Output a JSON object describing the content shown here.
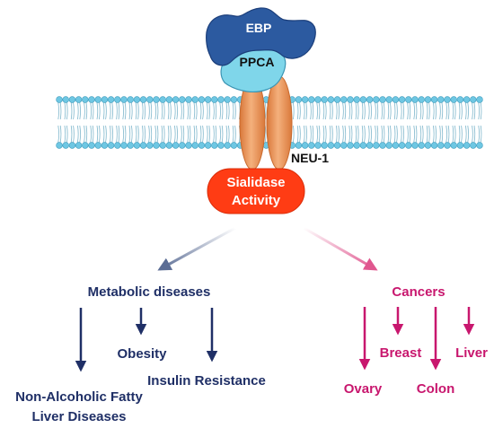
{
  "labels": {
    "ebp": "EBP",
    "ppca": "PPCA",
    "neu1": "NEU-1",
    "sialidase_line1": "Sialidase",
    "sialidase_line2": "Activity",
    "metabolic": "Metabolic diseases",
    "obesity": "Obesity",
    "insulin": "Insulin Resistance",
    "nafld_line1": "Non-Alcoholic Fatty",
    "nafld_line2": "Liver Diseases",
    "cancers": "Cancers",
    "breast": "Breast",
    "liver": "Liver",
    "ovary": "Ovary",
    "colon": "Colon"
  },
  "colors": {
    "ebp": "#2c5aa0",
    "ppca": "#7fd6ea",
    "neu1": "#ef9f63",
    "sialidase": "#ff3c14",
    "metabolic": "#1f2f66",
    "cancer": "#c8176e",
    "membrane": "#6ec7e3"
  }
}
